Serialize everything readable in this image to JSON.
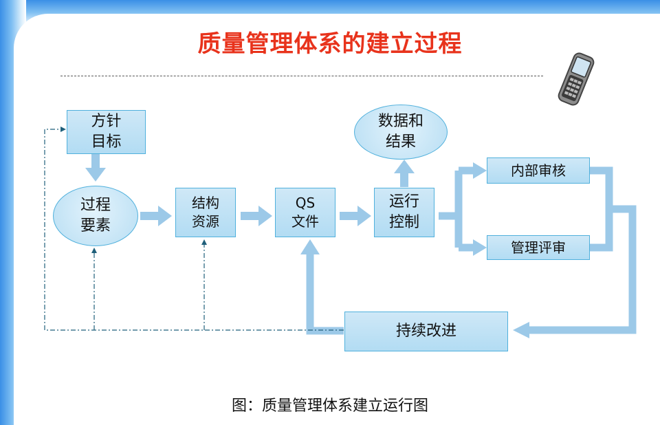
{
  "title": "质量管理体系的建立过程",
  "caption": "图：质量管理体系建立运行图",
  "nodes": {
    "policy": "方针\n目标",
    "process_elements": "过程\n要素",
    "structure_resources": "结构\n资源",
    "qs_docs": "QS\n文件",
    "operation_control": "运行\n控制",
    "data_results": "数据和\n结果",
    "internal_audit": "内部审核",
    "management_review": "管理评审",
    "continuous_improvement": "持续改进"
  },
  "colors": {
    "title": "#e8331c",
    "arrow": "#9cc9e8",
    "box_border": "#4fb0dc",
    "dashed_line": "#1f5f7a"
  }
}
